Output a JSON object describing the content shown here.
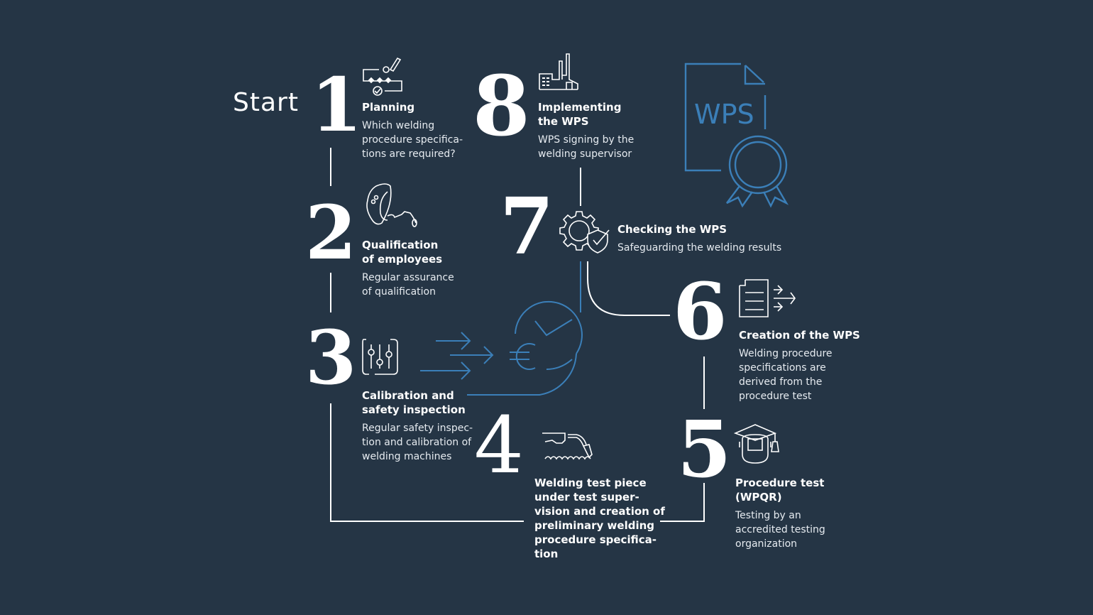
{
  "start_label": "Start",
  "colors": {
    "background": "#253545",
    "foreground": "#ffffff",
    "accent_blue": "#3b7fb8"
  },
  "steps": [
    {
      "number": "1",
      "title": "Planning",
      "title_lines": [
        "Planning"
      ],
      "desc_lines": [
        "Which welding",
        "procedure specifica-",
        "tions are required?"
      ],
      "icon": "planning-workflow-icon"
    },
    {
      "number": "2",
      "title_lines": [
        "Qualification",
        "of employees"
      ],
      "desc_lines": [
        "Regular assurance",
        "of qualification"
      ],
      "icon": "welder-helmet-torch-icon"
    },
    {
      "number": "3",
      "title_lines": [
        "Calibration and",
        "safety inspection"
      ],
      "desc_lines": [
        "Regular safety inspec-",
        "tion and calibration of",
        "welding machines"
      ],
      "icon": "sliders-icon"
    },
    {
      "number": "4",
      "title_lines": [
        "Welding test piece",
        "under test super-",
        "vision and creation of",
        "preliminary welding",
        "procedure specifica-",
        "tion"
      ],
      "desc_lines": [],
      "icon": "welding-torch-seam-icon"
    },
    {
      "number": "5",
      "title_lines": [
        "Procedure test",
        "(WPQR)"
      ],
      "desc_lines": [
        "Testing by an",
        "accredited testing",
        "organization"
      ],
      "icon": "graduate-welding-mask-icon"
    },
    {
      "number": "6",
      "title_lines": [
        "Creation of the WPS"
      ],
      "desc_lines": [
        "Welding procedure",
        "specifications are",
        "derived from the",
        "procedure test"
      ],
      "icon": "document-arrows-icon"
    },
    {
      "number": "7",
      "title_lines": [
        "Checking the WPS"
      ],
      "desc_lines": [
        "Safeguarding the welding results"
      ],
      "icon": "gear-shield-check-icon"
    },
    {
      "number": "8",
      "title_lines": [
        "Implementing",
        "the WPS"
      ],
      "desc_lines": [
        "WPS signing by the",
        "welding supervisor"
      ],
      "icon": "factory-icon"
    }
  ],
  "certificate": {
    "label": "WPS",
    "icon": "wps-certificate-icon"
  },
  "cost_graphic": {
    "icon": "euro-clock-arrows-icon"
  }
}
